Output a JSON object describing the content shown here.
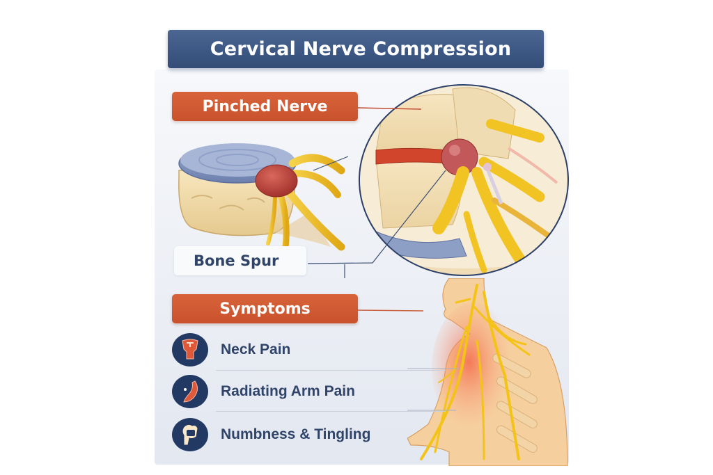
{
  "title": "Cervical Nerve Compression",
  "labels": {
    "pinched_nerve": "Pinched Nerve",
    "bone_spur": "Bone Spur",
    "symptoms": "Symptoms"
  },
  "symptoms": [
    {
      "label": "Neck Pain",
      "icon": "neck-pain-icon"
    },
    {
      "label": "Radiating Arm Pain",
      "icon": "arm-pain-icon"
    },
    {
      "label": "Numbness & Tingling",
      "icon": "hand-numbness-icon"
    }
  ],
  "illustrations": [
    {
      "name": "vertebra-disc-illustration"
    },
    {
      "name": "magnified-spine-illustration"
    },
    {
      "name": "neck-shoulder-nerves-illustration"
    }
  ],
  "colors": {
    "title_bg": "#3d5884",
    "tag_orange": "#c9522c",
    "text_navy": "#2f4468",
    "icon_circle": "#223a63",
    "nerve_yellow": "#f2c21e",
    "bone": "#f1ddb0",
    "disc_blue": "#8799c2",
    "herniation_red": "#b8403a"
  }
}
